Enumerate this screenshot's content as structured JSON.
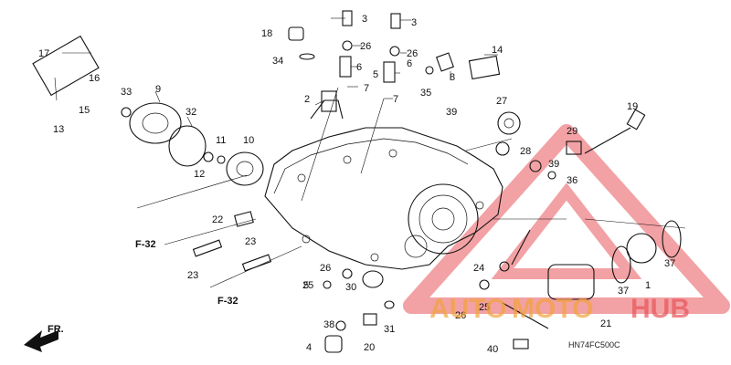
{
  "diagram": {
    "drawing_code": "HN74FC500C",
    "front_label": "FR.",
    "ref_labels": [
      "F-32",
      "F-32"
    ],
    "watermark": {
      "part1": "AUTO",
      "part2": "MOTO",
      "part3": "HUB",
      "color": "#e8555a",
      "accent_color": "#f2a33a"
    },
    "callouts": [
      "1",
      "2",
      "3",
      "3",
      "4",
      "5",
      "5",
      "6",
      "6",
      "7",
      "7",
      "8",
      "9",
      "10",
      "11",
      "12",
      "13",
      "14",
      "15",
      "16",
      "17",
      "18",
      "19",
      "20",
      "21",
      "22",
      "23",
      "23",
      "24",
      "25",
      "25",
      "26",
      "26",
      "26",
      "26",
      "27",
      "28",
      "29",
      "30",
      "31",
      "32",
      "33",
      "34",
      "35",
      "36",
      "37",
      "37",
      "38",
      "39",
      "39",
      "40"
    ]
  }
}
